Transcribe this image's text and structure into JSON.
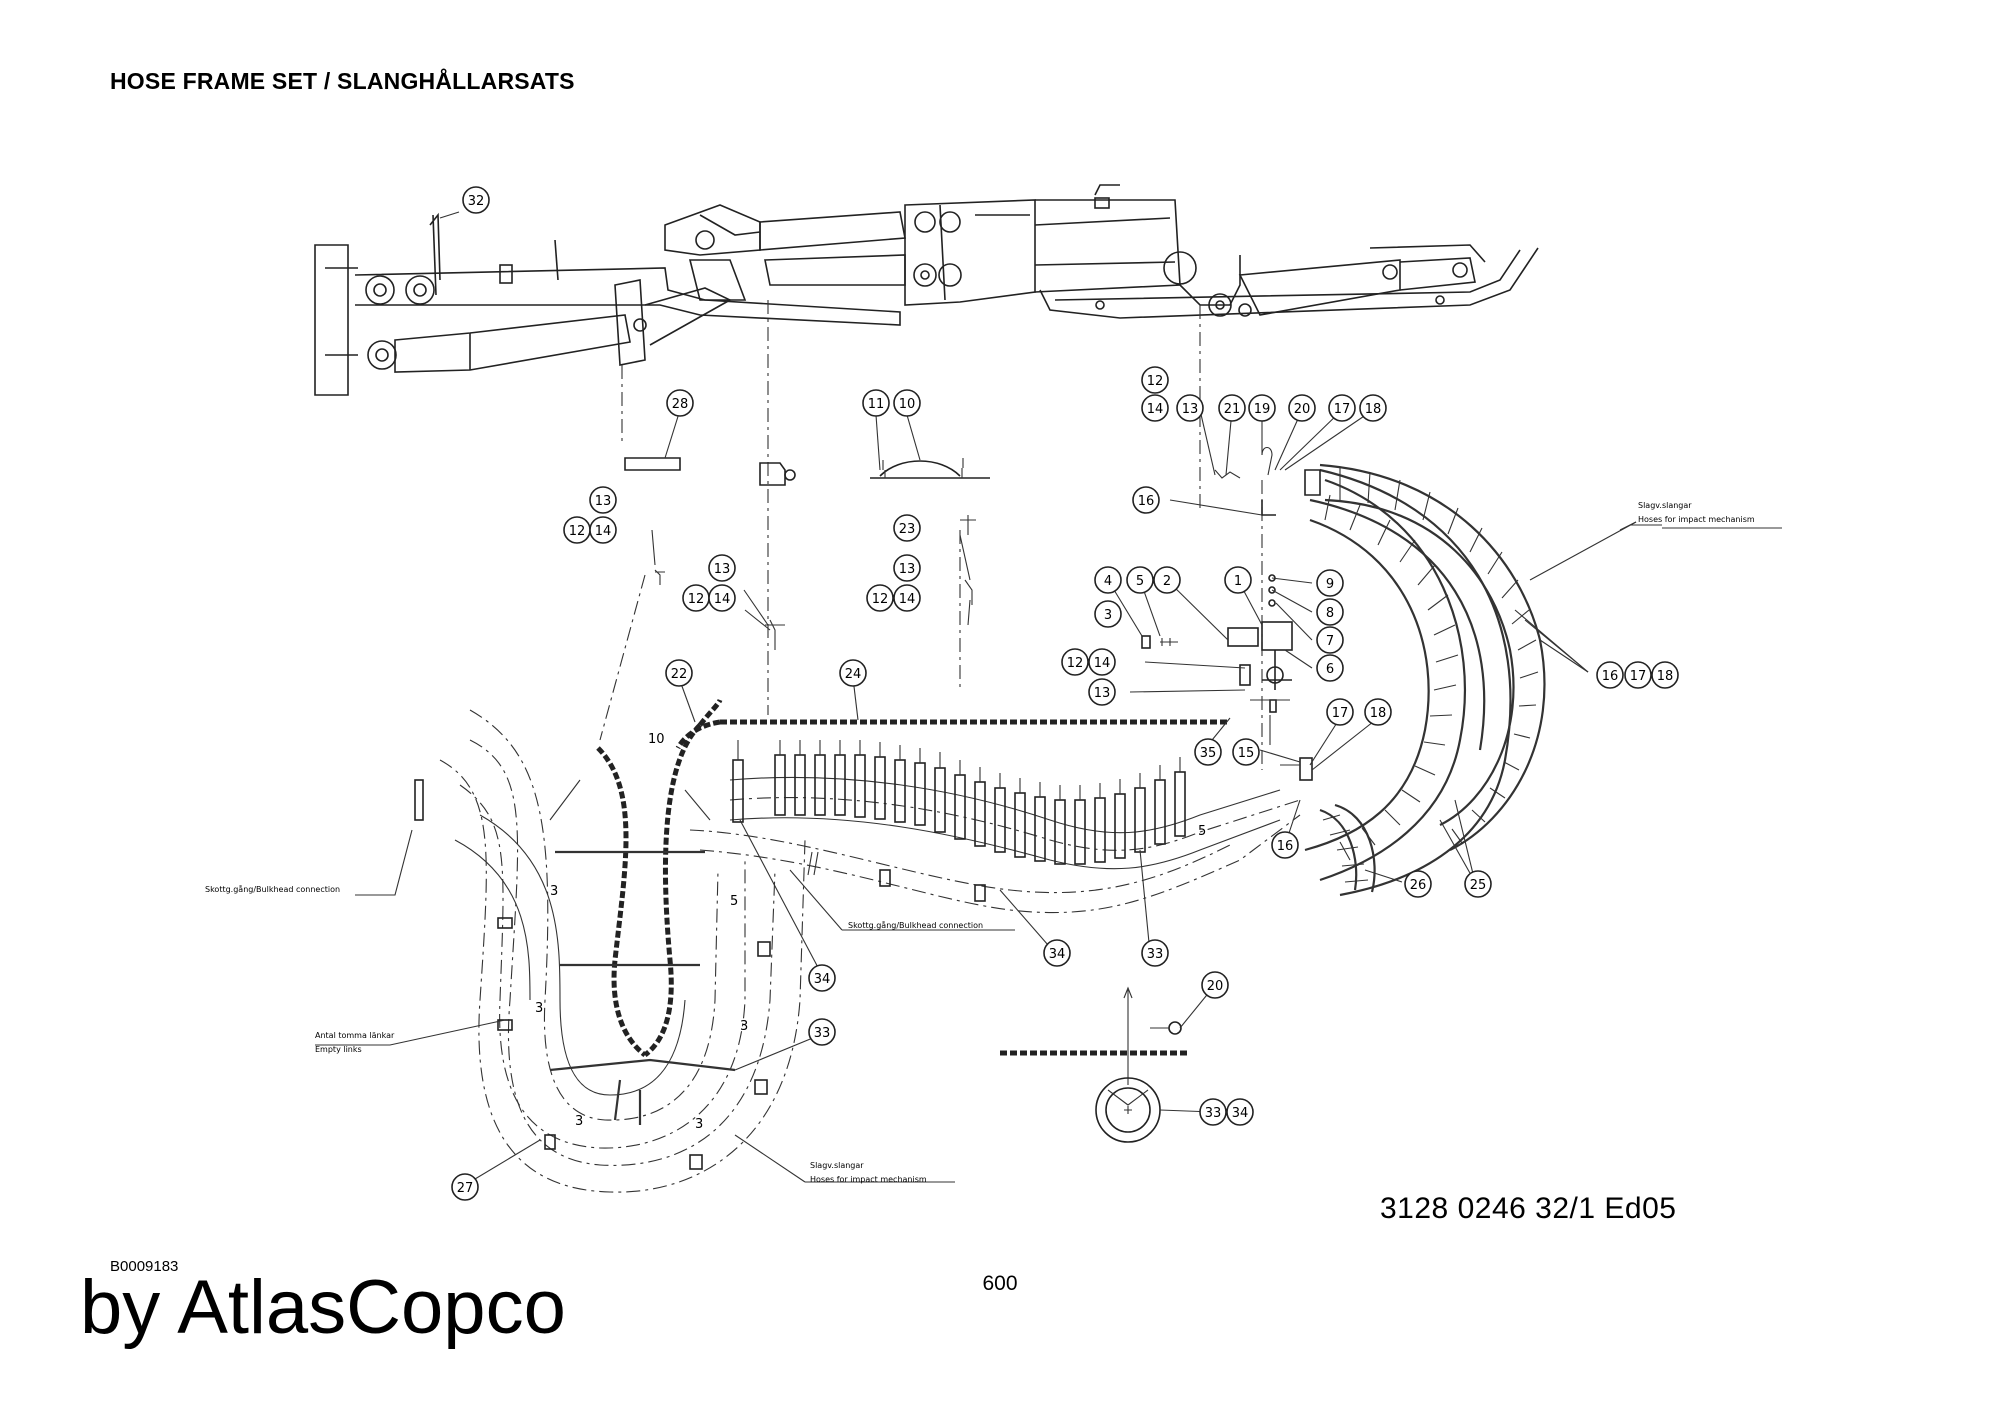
{
  "page": {
    "title": "HOSE FRAME SET / SLANGHÅLLARSATS",
    "drawing_number": "3128 0246 32/1  Ed05",
    "image_id": "B0009183",
    "page_number": "600",
    "brand": "by AtlasCopco"
  },
  "diagram": {
    "callouts": [
      {
        "id": "c32",
        "label": "32"
      },
      {
        "id": "c28",
        "label": "28"
      },
      {
        "id": "c11",
        "label": "11"
      },
      {
        "id": "c10",
        "label": "10"
      },
      {
        "id": "c12a",
        "label": "12"
      },
      {
        "id": "c14a",
        "label": "14"
      },
      {
        "id": "c13a",
        "label": "13"
      },
      {
        "id": "c21",
        "label": "21"
      },
      {
        "id": "c19",
        "label": "19"
      },
      {
        "id": "c20a",
        "label": "20"
      },
      {
        "id": "c17a",
        "label": "17"
      },
      {
        "id": "c18a",
        "label": "18"
      },
      {
        "id": "c16a",
        "label": "16"
      },
      {
        "id": "c13b",
        "label": "13"
      },
      {
        "id": "c12b",
        "label": "12"
      },
      {
        "id": "c14b",
        "label": "14"
      },
      {
        "id": "c23",
        "label": "23"
      },
      {
        "id": "c13c",
        "label": "13"
      },
      {
        "id": "c12c",
        "label": "12"
      },
      {
        "id": "c14c",
        "label": "14"
      },
      {
        "id": "c13d",
        "label": "13"
      },
      {
        "id": "c12d",
        "label": "12"
      },
      {
        "id": "c14d",
        "label": "14"
      },
      {
        "id": "c4",
        "label": "4"
      },
      {
        "id": "c5",
        "label": "5"
      },
      {
        "id": "c2",
        "label": "2"
      },
      {
        "id": "c1",
        "label": "1"
      },
      {
        "id": "c3",
        "label": "3"
      },
      {
        "id": "c9",
        "label": "9"
      },
      {
        "id": "c8",
        "label": "8"
      },
      {
        "id": "c7",
        "label": "7"
      },
      {
        "id": "c6",
        "label": "6"
      },
      {
        "id": "c12e",
        "label": "12"
      },
      {
        "id": "c14e",
        "label": "14"
      },
      {
        "id": "c13e",
        "label": "13"
      },
      {
        "id": "c16b",
        "label": "16"
      },
      {
        "id": "c17b",
        "label": "17"
      },
      {
        "id": "c18b",
        "label": "18"
      },
      {
        "id": "c22",
        "label": "22"
      },
      {
        "id": "c24",
        "label": "24"
      },
      {
        "id": "c35",
        "label": "35"
      },
      {
        "id": "c15",
        "label": "15"
      },
      {
        "id": "c17c",
        "label": "17"
      },
      {
        "id": "c18c",
        "label": "18"
      },
      {
        "id": "c16c",
        "label": "16"
      },
      {
        "id": "c26",
        "label": "26"
      },
      {
        "id": "c25",
        "label": "25"
      },
      {
        "id": "c34a",
        "label": "34"
      },
      {
        "id": "c34b",
        "label": "34"
      },
      {
        "id": "c33a",
        "label": "33"
      },
      {
        "id": "c33b",
        "label": "33"
      },
      {
        "id": "c20b",
        "label": "20"
      },
      {
        "id": "c33c",
        "label": "33"
      },
      {
        "id": "c34c",
        "label": "34"
      },
      {
        "id": "c27",
        "label": "27"
      }
    ],
    "notes": {
      "impact_hoses_top": "Slagv.slangar",
      "impact_hoses_top_en": "Hoses for impact mechanism",
      "bulkhead_left": "Skottg.gång/Bulkhead connection",
      "bulkhead_mid": "Skottg.gång/Bulkhead connection",
      "empty_links_sv": "Antal tomma länkar",
      "empty_links_en": "Empty links",
      "impact_hoses_bottom": "Slagv.slangar",
      "impact_hoses_bottom_en": "Hoses for impact mechanism"
    },
    "hose_counts": {
      "n10": "10",
      "n3a": "3",
      "n3b": "3",
      "n3c": "3",
      "n3d": "3",
      "n3e": "3",
      "n5a": "5",
      "n5b": "5"
    }
  }
}
